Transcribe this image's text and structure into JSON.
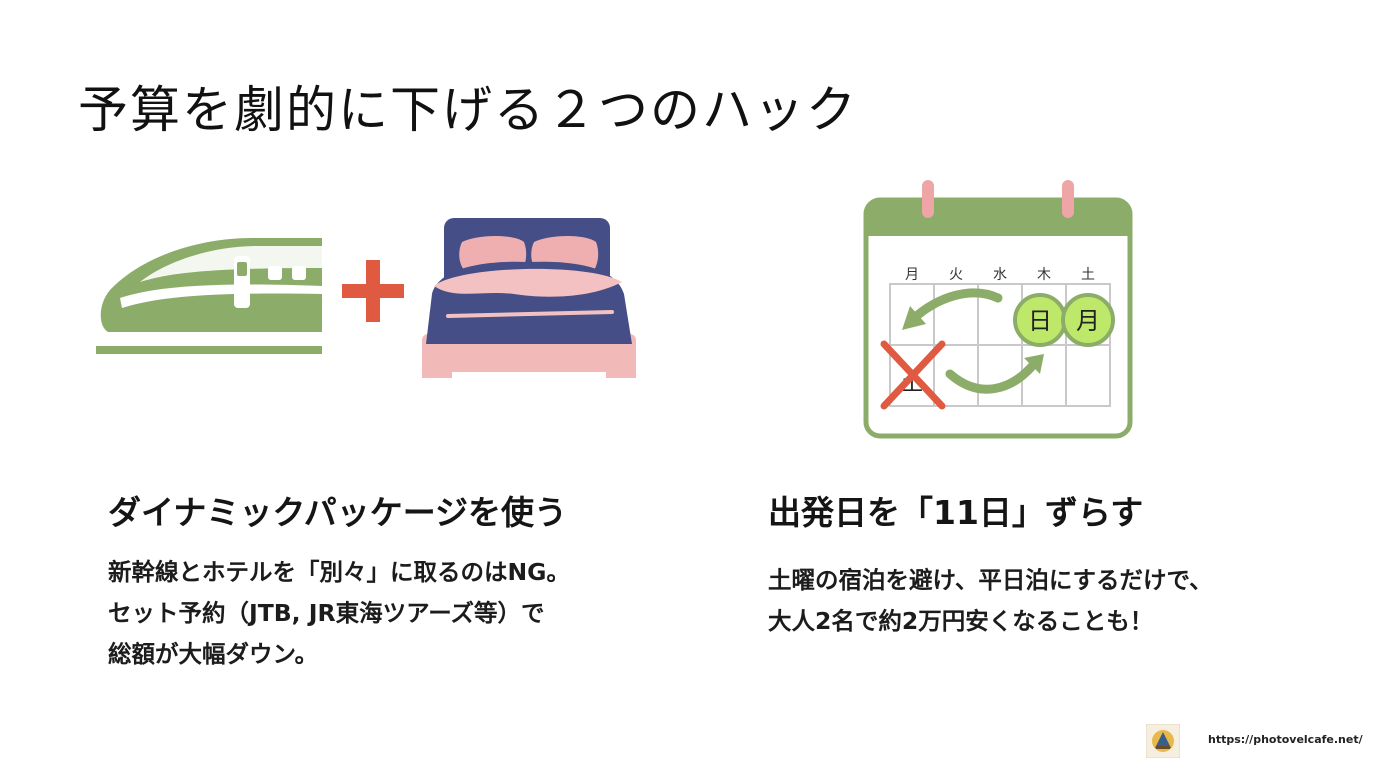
{
  "title": "予算を劇的に下げる２つのハック",
  "hack1": {
    "heading": "ダイナミックパッケージを使う",
    "lines": [
      "新幹線とホテルを「別々」に取るのはNG。",
      "セット予約（JTB, JR東海ツアーズ等）で",
      "総額が大幅ダウン。"
    ]
  },
  "hack2": {
    "heading": "出発日を「11日」ずらす",
    "lines": [
      "土曜の宿泊を避け、平日泊にするだけで、",
      "大人2名で約2万円安くなることも！"
    ]
  },
  "calendar": {
    "weekdays": [
      "月",
      "火",
      "水",
      "木",
      "土"
    ],
    "crossed_day": "土",
    "new_days": [
      "日",
      "月"
    ]
  },
  "footer": {
    "url": "https://photovelcafe.net/"
  },
  "icons": [
    "shinkansen-train-icon",
    "plus-icon",
    "bed-icon",
    "calendar-icon",
    "site-logo-icon"
  ],
  "colors": {
    "green": "#8cad6a",
    "green_light": "#bde86a",
    "red": "#e05a42",
    "navy": "#454e86",
    "pink": "#f0b4b4"
  }
}
